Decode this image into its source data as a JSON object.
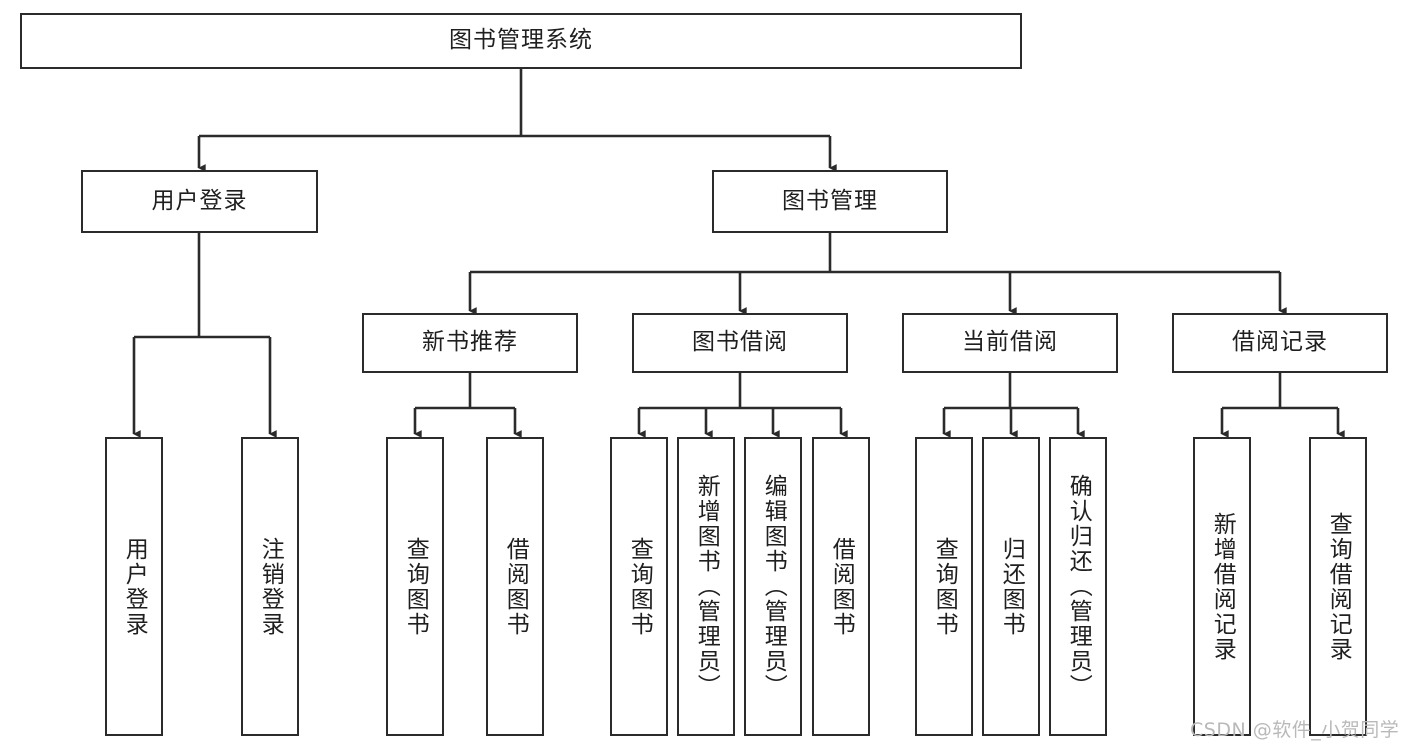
{
  "diagram": {
    "title": "图书管理系统",
    "type": "hierarchy-tree",
    "root": {
      "label": "图书管理系统"
    },
    "level2": [
      {
        "label": "用户登录"
      },
      {
        "label": "图书管理"
      }
    ],
    "level3": [
      {
        "label": "新书推荐"
      },
      {
        "label": "图书借阅"
      },
      {
        "label": "当前借阅"
      },
      {
        "label": "借阅记录"
      }
    ],
    "leaves": {
      "user_login": [
        {
          "label": "用户登录"
        },
        {
          "label": "注销登录"
        }
      ],
      "new_book_recommend": [
        {
          "label": "查询图书"
        },
        {
          "label": "借阅图书"
        }
      ],
      "book_borrow": [
        {
          "label": "查询图书"
        },
        {
          "label": "新增图书（管理员）"
        },
        {
          "label": "编辑图书（管理员）"
        },
        {
          "label": "借阅图书"
        }
      ],
      "current_borrow": [
        {
          "label": "查询图书"
        },
        {
          "label": "归还图书"
        },
        {
          "label": "确认归还（管理员）"
        }
      ],
      "borrow_record": [
        {
          "label": "新增借阅记录"
        },
        {
          "label": "查询借阅记录"
        }
      ]
    }
  },
  "watermark": {
    "text": "CSDN @软件_小贺同学"
  },
  "colors": {
    "stroke": "#2b2b2b",
    "fill": "#ffffff",
    "text": "#1f1f1f",
    "watermark": "#b9b9b9"
  }
}
